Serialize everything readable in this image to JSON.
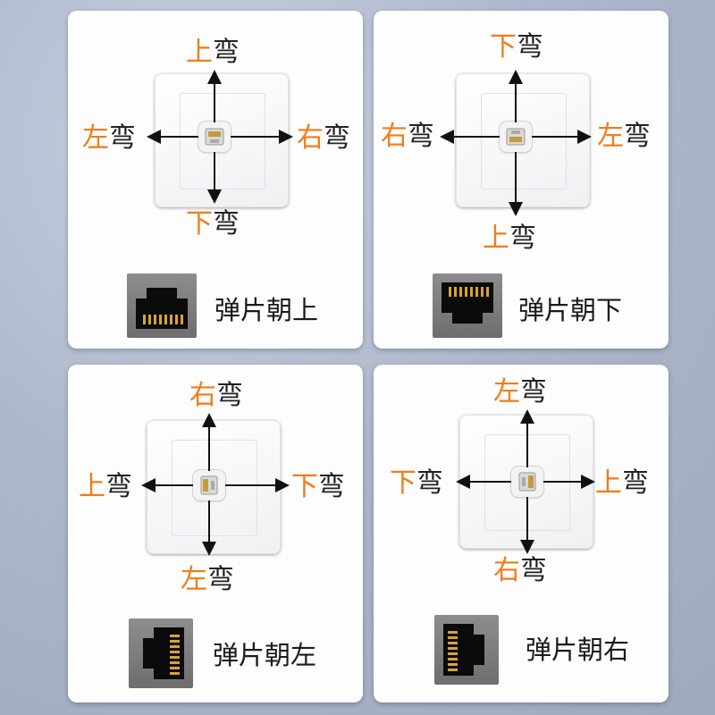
{
  "colors": {
    "accent": "#f07c1a",
    "text": "#1b1b1b"
  },
  "cards": [
    {
      "top": [
        "上",
        "弯"
      ],
      "left": [
        "左",
        "弯"
      ],
      "right": [
        "右",
        "弯"
      ],
      "bottom": [
        "下",
        "弯"
      ],
      "caption": "弹片朝上",
      "port_icon": "rj45-port-pins-up-icon"
    },
    {
      "top": [
        "下",
        "弯"
      ],
      "left": [
        "右",
        "弯"
      ],
      "right": [
        "左",
        "弯"
      ],
      "bottom": [
        "上",
        "弯"
      ],
      "caption": "弹片朝下",
      "port_icon": "rj45-port-pins-down-icon"
    },
    {
      "top": [
        "右",
        "弯"
      ],
      "left": [
        "上",
        "弯"
      ],
      "right": [
        "下",
        "弯"
      ],
      "bottom": [
        "左",
        "弯"
      ],
      "caption": "弹片朝左",
      "port_icon": "rj45-port-pins-left-icon"
    },
    {
      "top": [
        "左",
        "弯"
      ],
      "left": [
        "下",
        "弯"
      ],
      "right": [
        "上",
        "弯"
      ],
      "bottom": [
        "右",
        "弯"
      ],
      "caption": "弹片朝右",
      "port_icon": "rj45-port-pins-right-icon"
    }
  ]
}
